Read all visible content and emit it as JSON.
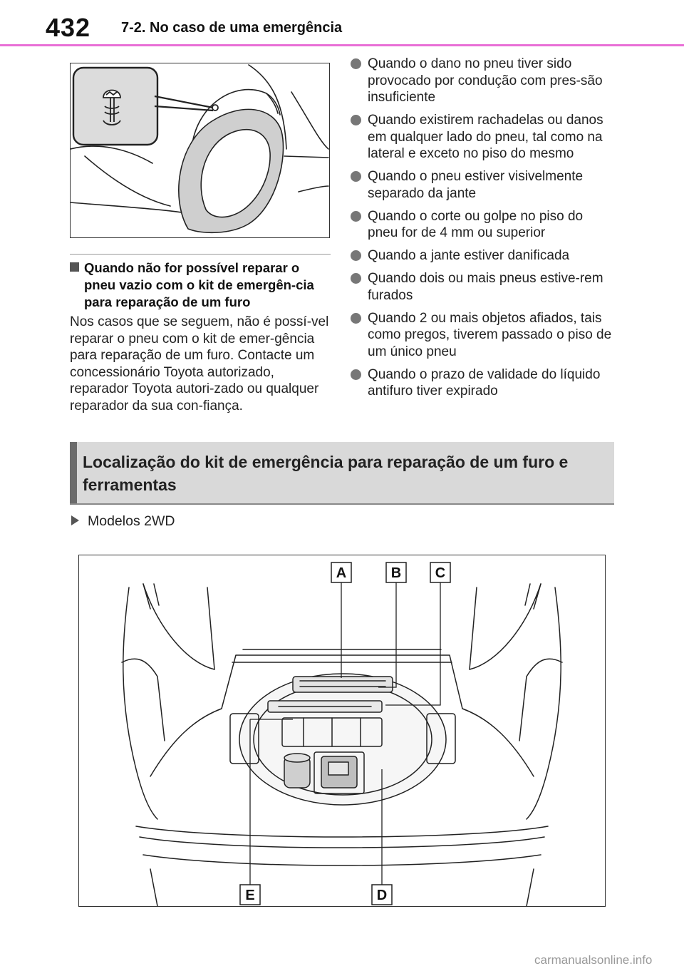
{
  "header": {
    "page_number": "432",
    "chapter": "7-2. No caso de uma emergência"
  },
  "subheading": "Quando não for possível reparar o pneu vazio com o kit de emergên-cia para reparação de um furo",
  "body_paragraph": "Nos casos que se seguem, não é possí-vel reparar o pneu com o kit de emer-gência para reparação de um furo. Contacte um concessionário Toyota autorizado, reparador Toyota autori-zado ou qualquer reparador da sua con-fiança.",
  "bullets": [
    "Quando o dano no pneu tiver sido provocado por condução com pres-são insuficiente",
    "Quando existirem rachadelas ou danos em qualquer lado do pneu, tal como na lateral e exceto no piso do mesmo",
    "Quando o pneu estiver visivelmente separado da jante",
    "Quando o corte ou golpe no piso do pneu for de 4 mm ou superior",
    "Quando a jante estiver danificada",
    "Quando dois ou mais pneus estive-rem furados",
    "Quando 2 ou mais objetos afiados, tais como pregos, tiverem passado o piso de um único pneu",
    "Quando o prazo de validade do líquido antifuro tiver expirado"
  ],
  "section_title": "Localização do kit de emergência para reparação de um furo e ferramentas",
  "model_label": "Modelos 2WD",
  "callouts": {
    "a": "A",
    "b": "B",
    "c": "C",
    "d": "D",
    "e": "E"
  },
  "watermark": "carmanualsonline.info",
  "colors": {
    "header_rule": "#e96fd6",
    "section_bar": "#d9d9d9",
    "bullet_dot": "#777777"
  }
}
